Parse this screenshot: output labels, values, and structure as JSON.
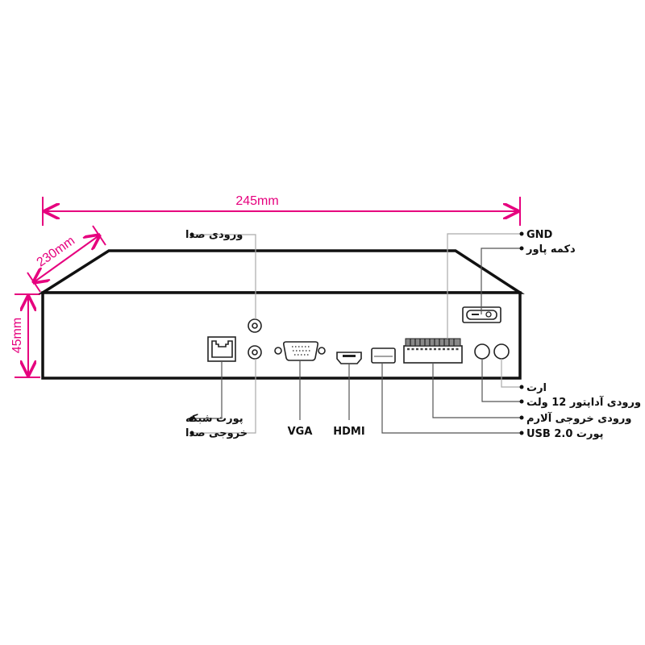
{
  "dimensions": {
    "width": "245mm",
    "depth": "230mm",
    "height": "45mm"
  },
  "colors": {
    "dimension": "#e6007e",
    "outline": "#111111"
  },
  "labels": {
    "audio_in": "ورودی صدا",
    "network_port": "پورت شبکه",
    "audio_out": "خروجی صدا",
    "vga": "VGA",
    "hdmi": "HDMI",
    "gnd": "GND",
    "power_button": "دکمه پاور",
    "earth": "ارت",
    "adapter_input": "ورودی آداپتور 12 ولت",
    "alarm_io": "ورودی خروجی آلارم",
    "usb": "پورت USB 2.0"
  }
}
